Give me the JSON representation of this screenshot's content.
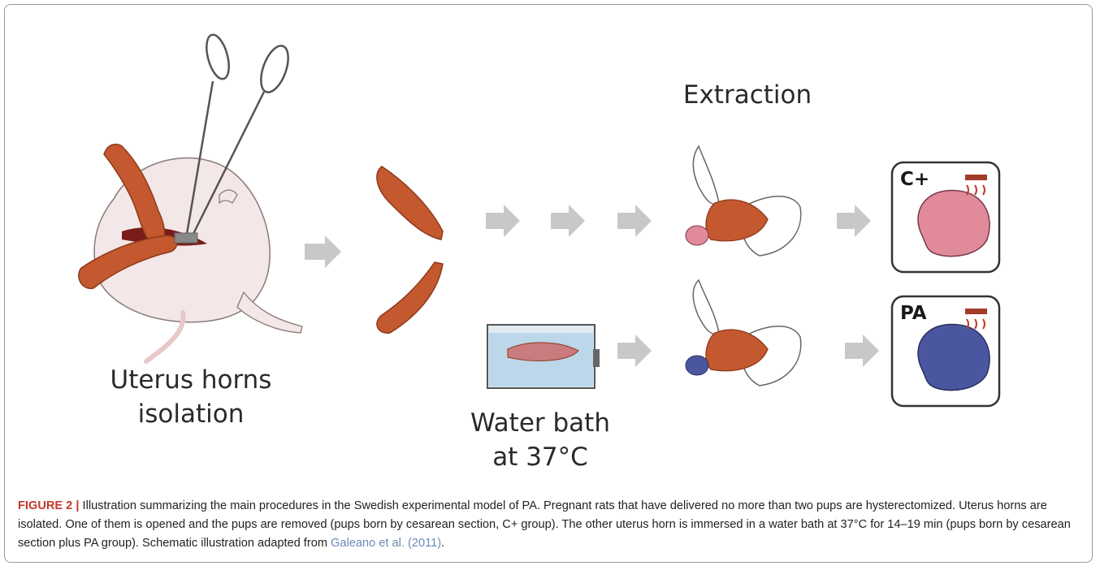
{
  "labels": {
    "isolation": [
      "Uterus horns",
      "isolation"
    ],
    "water_bath": [
      "Water bath",
      "at 37°C"
    ],
    "extraction": "Extraction"
  },
  "badges": {
    "control": "C+",
    "asphyxia": "PA"
  },
  "caption": {
    "figure_label": "FIGURE 2",
    "separator": "|",
    "text": " Illustration summarizing the main procedures in the Swedish experimental model of PA. Pregnant rats that have delivered no more than two pups are hysterectomized. Uterus horns are isolated. One of them is opened and the pups are removed (pups born by cesarean section, C+ group). The other uterus horn is immersed in a water bath at 37°C for 14–19 min (pups born by cesarean section plus PA group). Schematic illustration adapted from ",
    "reference": "Galeano et al. (2011)",
    "end": "."
  },
  "colors": {
    "uterus": "#c4582e",
    "uterus_dark": "#8e3a1c",
    "arrow": "#c8c8c8",
    "pup_pink": "#e08a9a",
    "pup_blue": "#4a57a0",
    "water": "#bcd6ea",
    "heater": "#a33a2a",
    "figure_label": "#c0392b",
    "reference": "#6a8ab5"
  },
  "icons": [
    "scissors-icon",
    "rat-body-icon",
    "uterus-horn-icon",
    "arrow-right-icon",
    "water-bath-icon",
    "hand-icon",
    "pup-icon",
    "heat-lamp-icon"
  ]
}
